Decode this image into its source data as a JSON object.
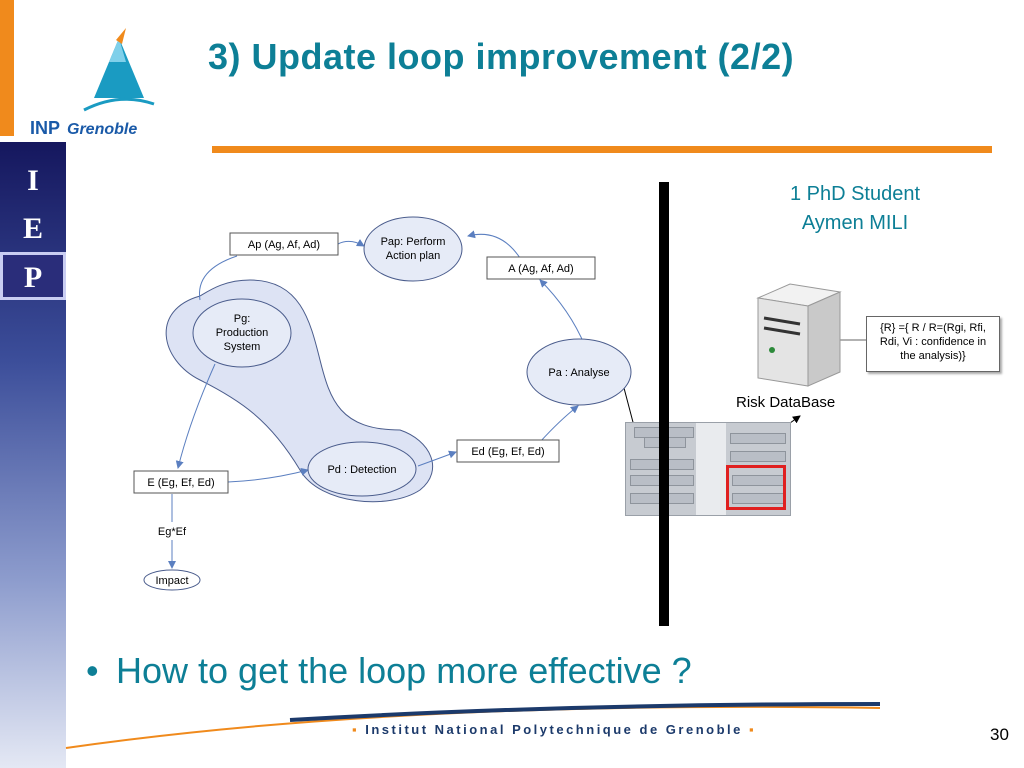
{
  "slide": {
    "title": "3) Update loop improvement (2/2)",
    "logo_text_inp": "INP",
    "logo_text_grenoble": "Grenoble",
    "sidebar_letters": [
      "I",
      "E",
      "P"
    ],
    "researcher_line1": "1 PhD Student",
    "researcher_line2": "Aymen MILI",
    "bullet": "How to get the loop more effective ?",
    "footer": "Institut National Polytechnique de Grenoble",
    "page_number": "30",
    "colors": {
      "accent_teal": "#0d7f96",
      "accent_orange": "#f08a1c",
      "sidebar_dark": "#15175e",
      "highlight_red": "#e02020"
    }
  },
  "diagram": {
    "nodes": {
      "pap": "Pap: Perform Action plan",
      "pap_line1": "Pap: Perform",
      "pap_line2": "Action plan",
      "ap": "Ap (Ag, Af, Ad)",
      "a": "A (Ag, Af, Ad)",
      "pg_line1": "Pg:",
      "pg_line2": "Production",
      "pg_line3": "System",
      "pa": "Pa : Analyse",
      "pd": "Pd : Detection",
      "ed": "Ed (Eg, Ef, Ed)",
      "e": "E (Eg, Ef, Ed)",
      "egef": "Eg*Ef",
      "impact": "Impact"
    },
    "database_label": "Risk DataBase",
    "database_icon": "server-icon",
    "note_line1": "{R} ={ R / R=(Rgi, Rfi,",
    "note_line2": "Rdi, Vi : confidence in",
    "note_line3": "the analysis)}"
  }
}
